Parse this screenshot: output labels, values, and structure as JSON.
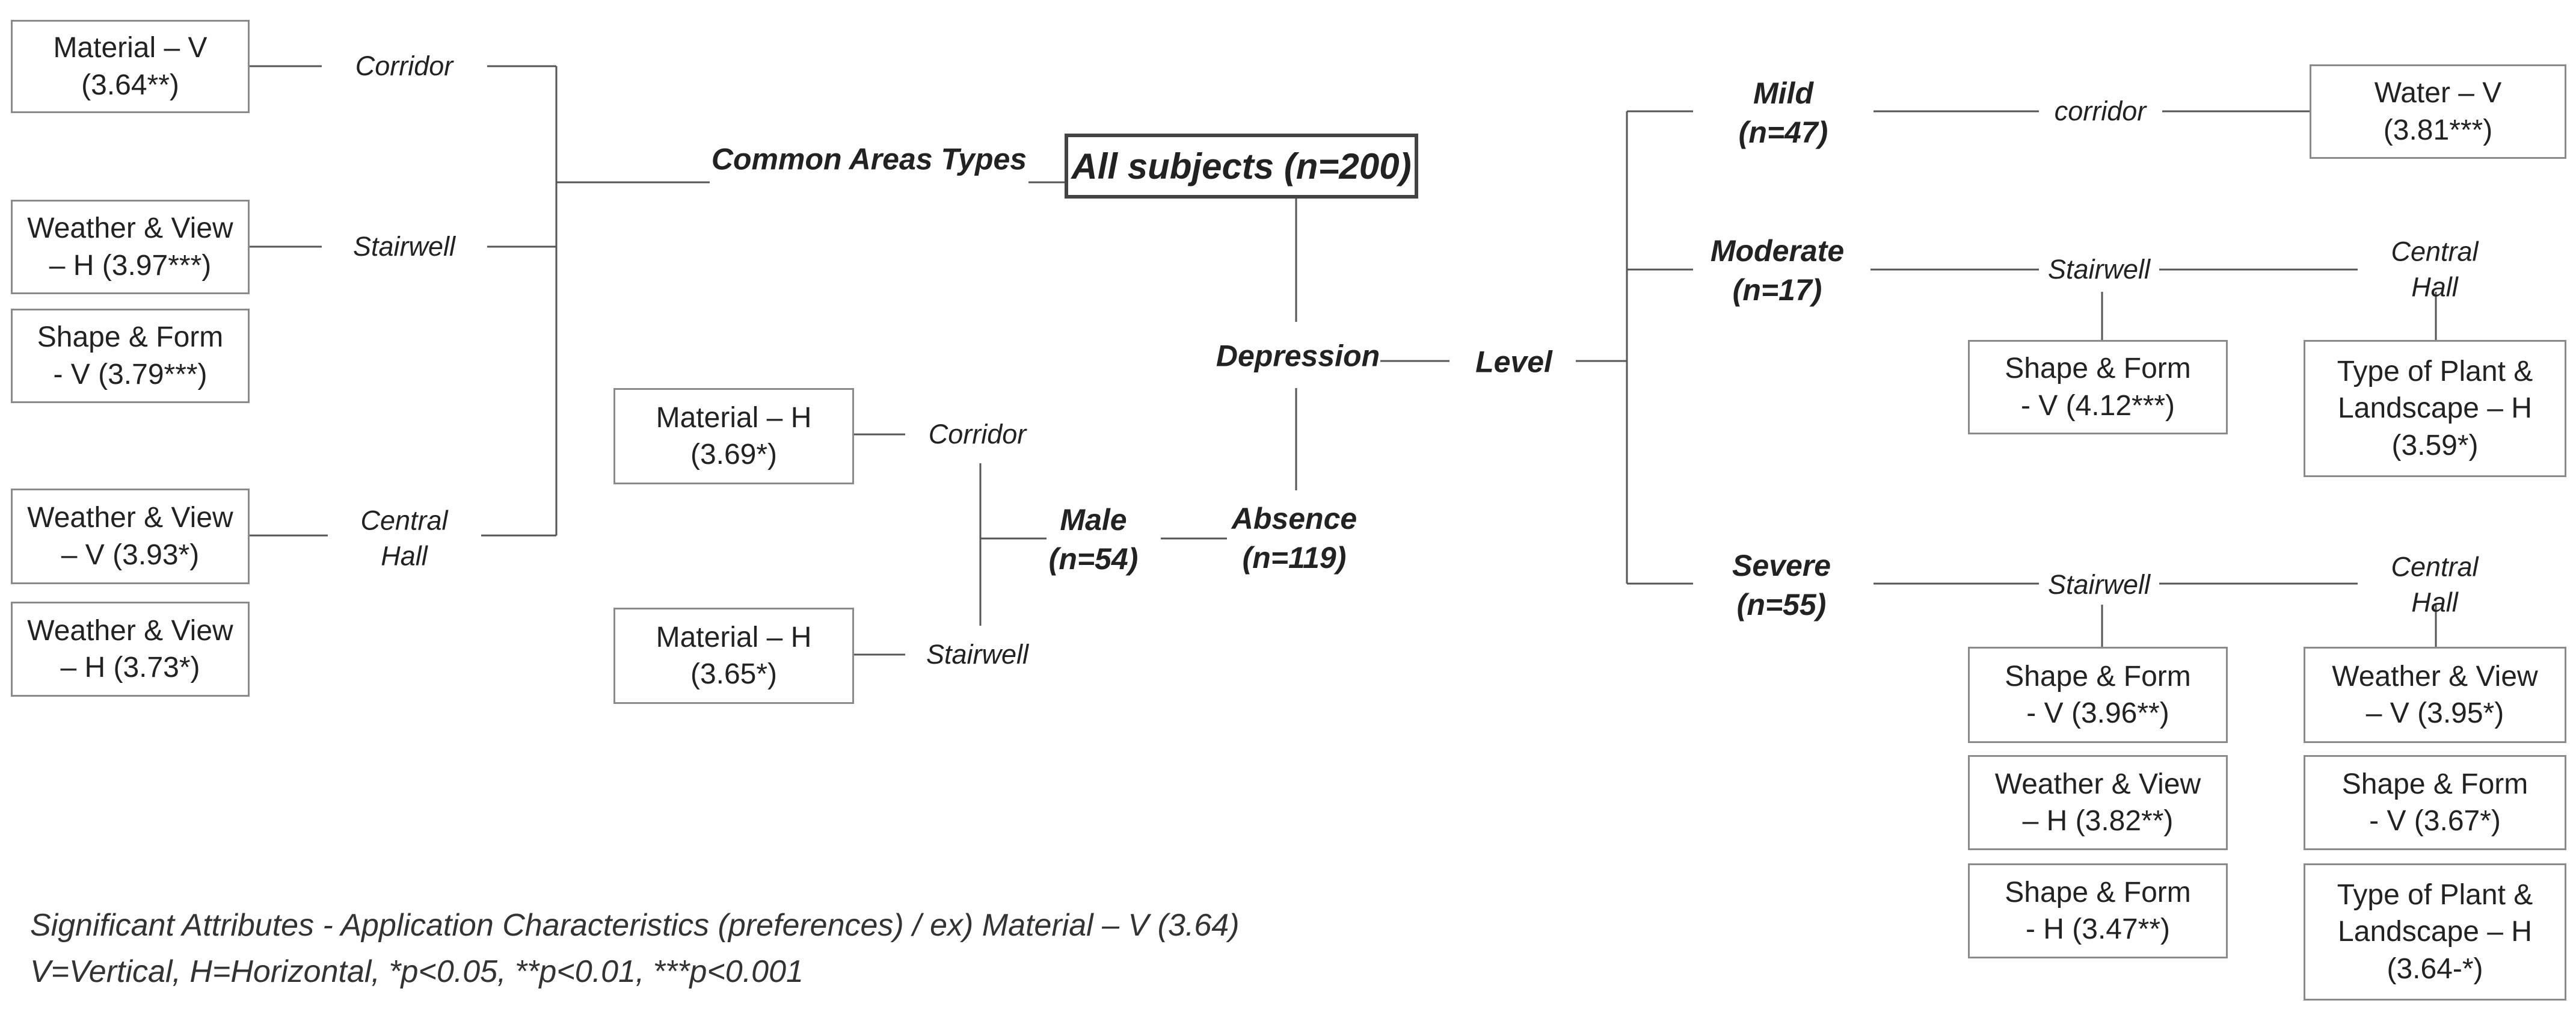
{
  "root": "All subjects (n=200)",
  "labels": {
    "common_areas_types": "Common Areas Types",
    "depression": "Depression",
    "level": "Level",
    "absence": "Absence\n(n=119)",
    "male": "Male\n(n=54)",
    "mild": "Mild\n(n=47)",
    "moderate": "Moderate\n(n=17)",
    "severe": "Severe\n(n=55)",
    "left_corridor": "Corridor",
    "left_stairwell": "Stairwell",
    "left_central_hall": "Central\nHall",
    "male_corridor": "Corridor",
    "male_stairwell": "Stairwell",
    "mild_corridor": "corridor",
    "moderate_stairwell": "Stairwell",
    "moderate_central_hall": "Central Hall",
    "severe_stairwell": "Stairwell",
    "severe_central_hall": "Central Hall"
  },
  "boxes": {
    "l_corridor_1": "Material – V\n(3.64**)",
    "l_stair_1": "Weather & View\n– H (3.97***)",
    "l_stair_2": "Shape & Form\n- V (3.79***)",
    "l_hall_1": "Weather & View\n– V (3.93*)",
    "l_hall_2": "Weather & View\n– H (3.73*)",
    "m_corridor_1": "Material – H\n(3.69*)",
    "m_stair_1": "Material – H\n(3.65*)",
    "mild_1": "Water – V\n(3.81***)",
    "mod_stair_1": "Shape & Form\n- V (4.12***)",
    "mod_hall_1": "Type of Plant &\nLandscape – H\n(3.59*)",
    "sev_stair_1": "Shape & Form\n- V (3.96**)",
    "sev_stair_2": "Weather & View\n– H (3.82**)",
    "sev_stair_3": "Shape & Form\n- H (3.47**)",
    "sev_hall_1": "Weather & View\n– V (3.95*)",
    "sev_hall_2": "Shape & Form\n- V (3.67*)",
    "sev_hall_3": "Type of Plant &\nLandscape – H\n(3.64-*)"
  },
  "notes": {
    "line1": "Significant Attributes - Application Characteristics (preferences) / ex) Material – V (3.64)",
    "line2": "V=Vertical, H=Horizontal, *p<0.05, **p<0.01, ***p<0.001"
  }
}
